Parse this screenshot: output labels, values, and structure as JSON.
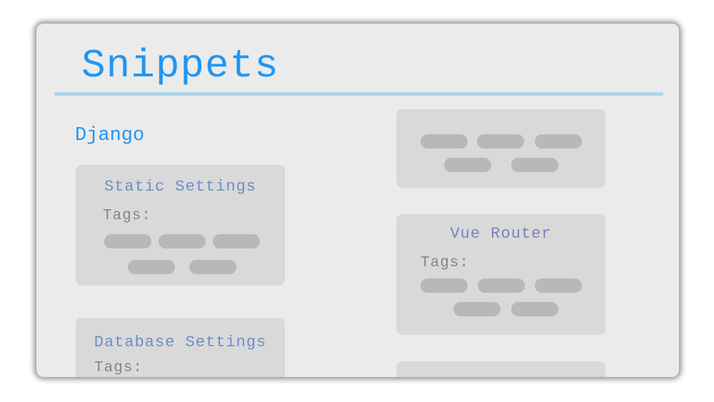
{
  "header": {
    "title": "Snippets"
  },
  "sections": [
    {
      "heading": "Django",
      "cards": [
        {
          "title": "Static Settings",
          "tags_label": "Tags:"
        },
        {
          "title": "Database Settings",
          "tags_label": "Tags:"
        }
      ]
    }
  ],
  "right_column": {
    "cards": [
      {
        "title": "",
        "tags_label": ""
      },
      {
        "title": "Vue Router",
        "tags_label": "Tags:"
      },
      {
        "title": "",
        "tags_label": ""
      }
    ]
  },
  "colors": {
    "accent": "#2196f3",
    "title_rule": "#add8e6",
    "card_bg": "#d9d9d9",
    "tag_pill": "#b8b8b8",
    "card_title": "#6c8fc6"
  }
}
